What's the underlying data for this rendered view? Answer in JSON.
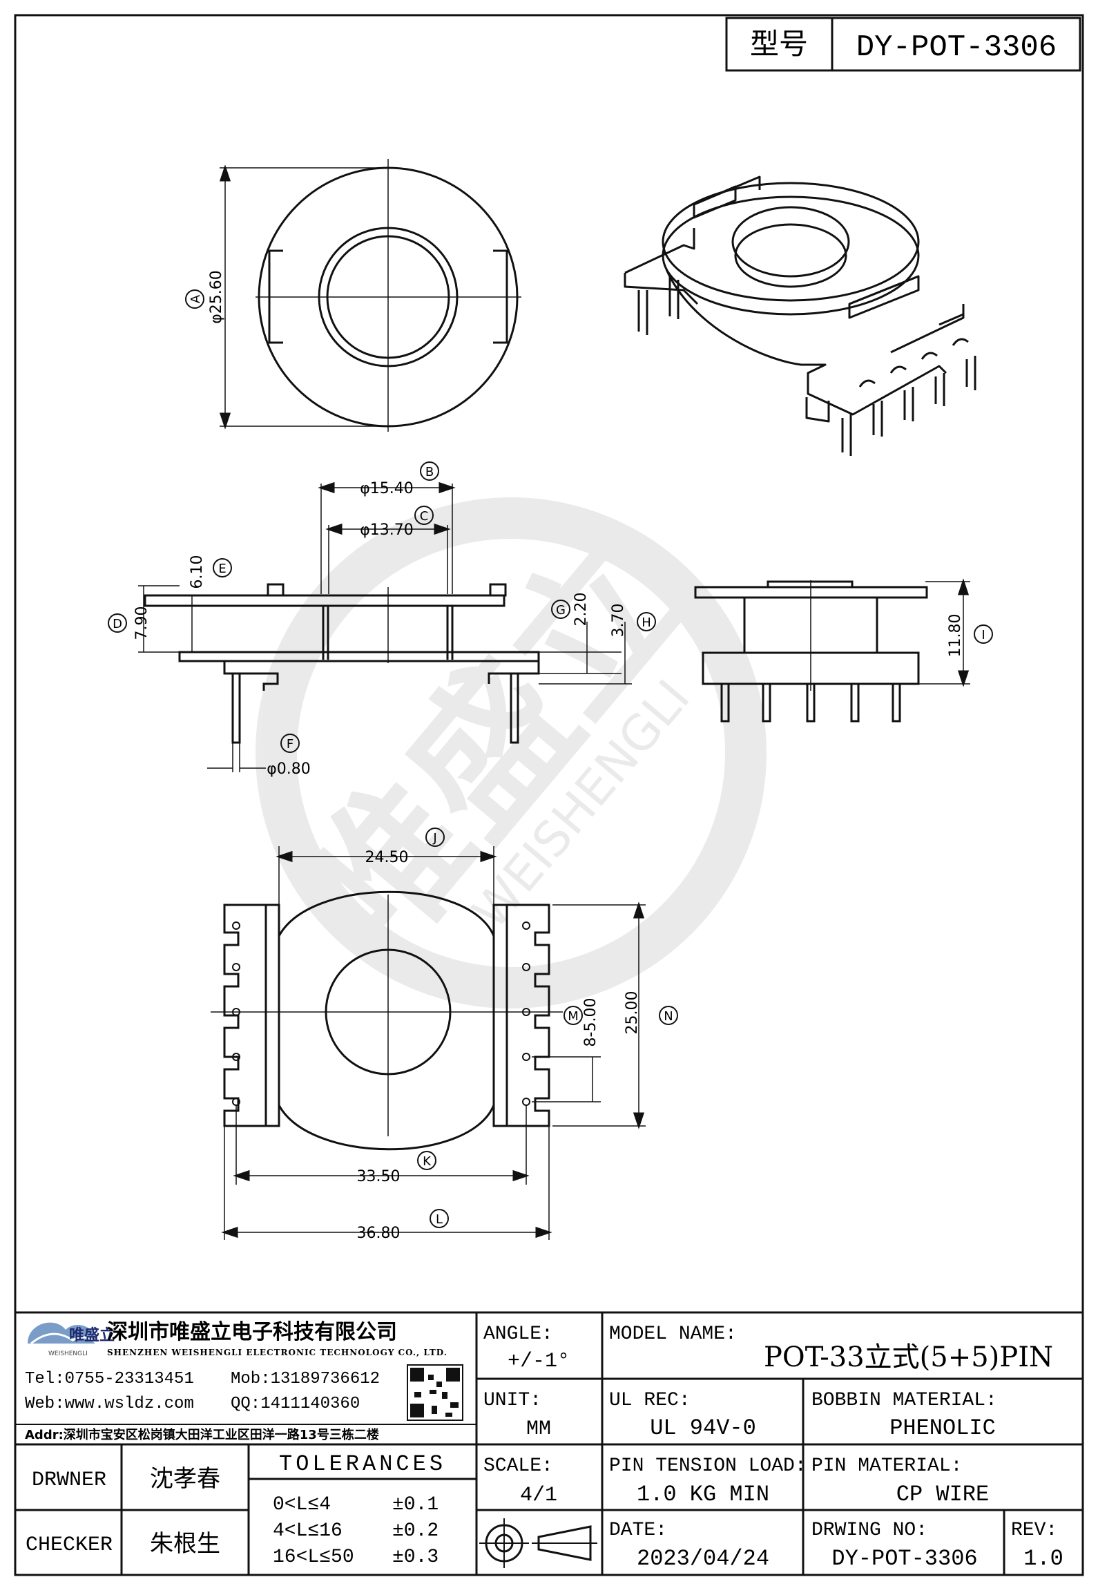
{
  "header": {
    "type_label": "型号",
    "type_value": "DY-POT-3306"
  },
  "dimensions": {
    "A": {
      "tag": "A",
      "value": "φ25.60"
    },
    "B": {
      "tag": "B",
      "value": "φ15.40"
    },
    "C": {
      "tag": "C",
      "value": "φ13.70"
    },
    "D": {
      "tag": "D",
      "value": "7.90"
    },
    "E": {
      "tag": "E",
      "value": "6.10"
    },
    "F": {
      "tag": "F",
      "value": "φ0.80"
    },
    "G": {
      "tag": "G",
      "value": "2.20"
    },
    "H": {
      "tag": "H",
      "value": "3.70"
    },
    "I": {
      "tag": "I",
      "value": "11.80"
    },
    "J": {
      "tag": "J",
      "value": "24.50"
    },
    "K": {
      "tag": "K",
      "value": "33.50"
    },
    "L": {
      "tag": "L",
      "value": "36.80"
    },
    "M": {
      "tag": "M",
      "value": "8-5.00"
    },
    "N": {
      "tag": "N",
      "value": "25.00"
    }
  },
  "watermark": {
    "cn": "唯盛立",
    "en": "WEISHENGLI"
  },
  "company": {
    "logo_cn": "唯盛立",
    "logo_en": "WEISHENGLI",
    "name_cn": "深圳市唯盛立电子科技有限公司",
    "name_en": "SHENZHEN WEISHENGLI ELECTRONIC TECHNOLOGY CO., LTD.",
    "tel": "Tel:0755-23313451",
    "mob": "Mob:13189736612",
    "web": "Web:www.wsldz.com",
    "qq": "QQ:1411140360",
    "addr": "Addr:深圳市宝安区松岗镇大田洋工业区田洋一路13号三栋二楼"
  },
  "title_block": {
    "angle_label": "ANGLE:",
    "angle_value": "+/-1°",
    "unit_label": "UNIT:",
    "unit_value": "MM",
    "scale_label": "SCALE:",
    "scale_value": "4/1",
    "model_label": "MODEL NAME:",
    "model_value": "POT-33立式(5+5)PIN",
    "ul_label": "UL REC:",
    "ul_value": "UL 94V-0",
    "bobbin_label": "BOBBIN MATERIAL:",
    "bobbin_value": "PHENOLIC",
    "tension_label": "PIN TENSION LOAD:",
    "tension_value": "1.0 KG MIN",
    "pin_label": "PIN MATERIAL:",
    "pin_value": "CP WIRE",
    "date_label": "DATE:",
    "date_value": "2023/04/24",
    "drwing_label": "DRWING NO:",
    "drwing_value": "DY-POT-3306",
    "rev_label": "REV:",
    "rev_value": "1.0",
    "drwner_label": "DRWNER",
    "drwner_value": "沈孝春",
    "checker_label": "CHECKER",
    "checker_value": "朱根生",
    "tolerances_label": "TOLERANCES",
    "tol1_range": "0<L≤4",
    "tol1_value": "±0.1",
    "tol2_range": "4<L≤16",
    "tol2_value": "±0.2",
    "tol3_range": "16<L≤50",
    "tol3_value": "±0.3"
  }
}
